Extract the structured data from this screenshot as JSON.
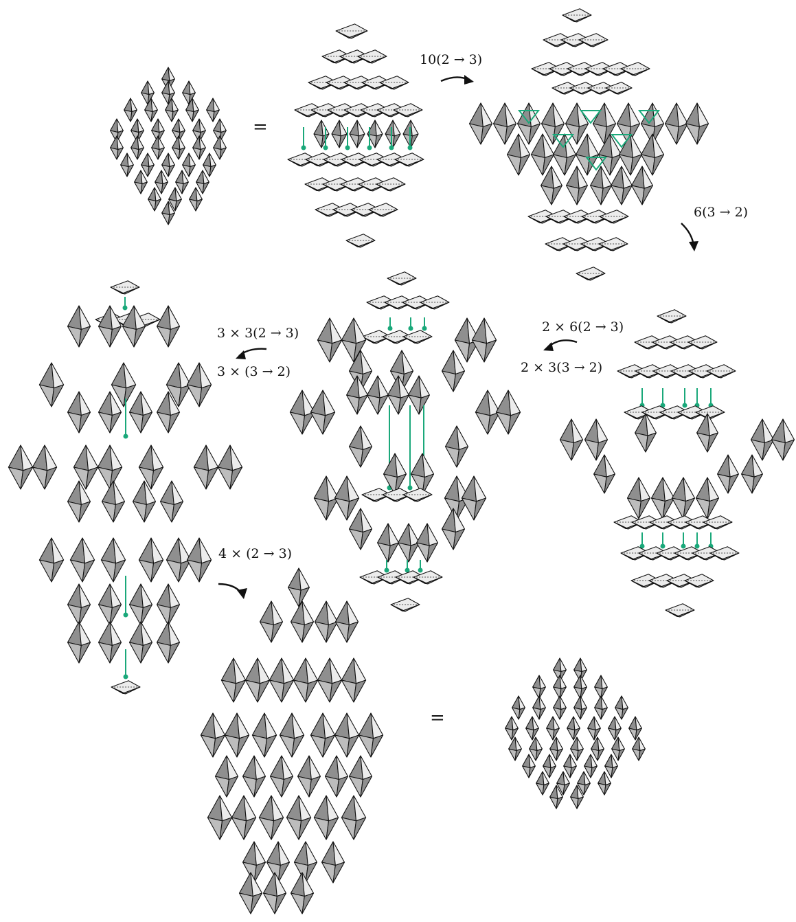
{
  "labels": {
    "move1": "10(2 → 3)",
    "move2": "6(3 → 2)",
    "move3a": "2 × 6(2 → 3)",
    "move3b": "2 × 3(3 → 2)",
    "move4a": "3 × 3(2 → 3)",
    "move4b": "3 × (3 → 2)",
    "move5": "4 × (2 → 3)",
    "equals": "="
  },
  "colors": {
    "face_dark": "#8f8f8f",
    "face_mid": "#bdbdbd",
    "face_light": "#ececec",
    "edge": "#111111",
    "accent": "#1aa87a"
  }
}
